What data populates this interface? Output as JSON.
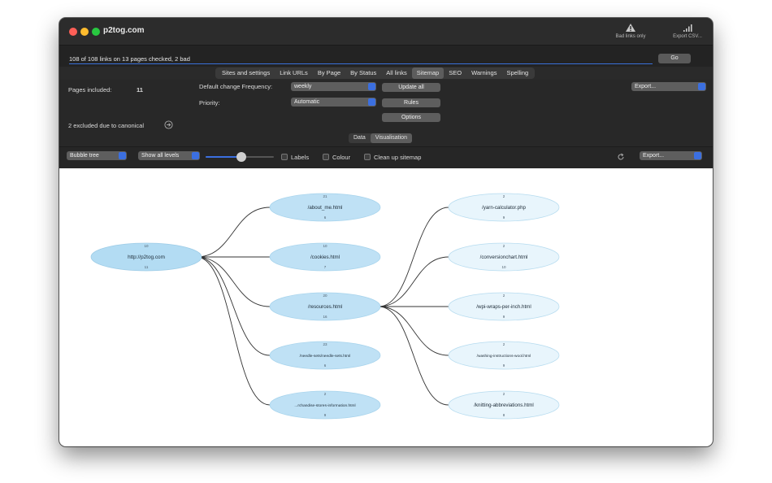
{
  "window": {
    "title": "p2tog.com"
  },
  "toolbar": {
    "bad_links_label": "Bad links only",
    "export_csv_label": "Export CSV..."
  },
  "url_bar": {
    "status_text": "108 of 108 links on 13 pages checked, 2 bad",
    "go_label": "Go"
  },
  "tabs": [
    "Sites and settings",
    "Link URLs",
    "By Page",
    "By Status",
    "All links",
    "Sitemap",
    "SEO",
    "Warnings",
    "Spelling"
  ],
  "active_tab": "Sitemap",
  "sitemap": {
    "pages_included_label": "Pages included:",
    "pages_included_value": "11",
    "change_freq_label": "Default change Frequency:",
    "change_freq_value": "weekly",
    "priority_label": "Priority:",
    "priority_value": "Automatic",
    "update_all_label": "Update all",
    "rules_label": "Rules",
    "options_label": "Options",
    "export_label": "Export...",
    "excluded_text": "2 excluded due to canonical"
  },
  "view_tabs": [
    "Data",
    "Visualisation"
  ],
  "active_view": "Visualisation",
  "vis_toolbar": {
    "layout_value": "Bubble tree",
    "levels_value": "Show all levels",
    "labels_label": "Labels",
    "colour_label": "Colour",
    "cleanup_label": "Clean up sitemap",
    "export_label": "Export..."
  },
  "slider": {
    "value_fraction": 0.52
  },
  "tree": {
    "root": {
      "name": "http://p2tog.com",
      "top": "10",
      "bottom": "11"
    },
    "level1": [
      {
        "name": "/about_me.html",
        "top": "21",
        "bottom": "6"
      },
      {
        "name": "/cookies.html",
        "top": "10",
        "bottom": "7"
      },
      {
        "name": "/resources.html",
        "top": "20",
        "bottom": "16"
      },
      {
        "name": "/needle-sets/needle-sets.html",
        "top": "23",
        "bottom": "6"
      },
      {
        "name": "...rchandise-stores-information.html",
        "top": "2",
        "bottom": "9"
      }
    ],
    "level2": [
      {
        "name": "/yarn-calculator.php",
        "top": "2",
        "bottom": "9"
      },
      {
        "name": "/conversionchart.html",
        "top": "2",
        "bottom": "10"
      },
      {
        "name": "/wpi-wraps-per-inch.html",
        "top": "2",
        "bottom": "9"
      },
      {
        "name": "/washing-instructions-wool.html",
        "top": "2",
        "bottom": "9"
      },
      {
        "name": "/knitting-abbreviations.html",
        "top": "2",
        "bottom": "8"
      }
    ]
  },
  "colors": {
    "root_fill": "#b3dcf3",
    "level1_fill": "#bfe1f5",
    "level2_fill": "#e8f5fc",
    "accent": "#3b6fe0"
  }
}
